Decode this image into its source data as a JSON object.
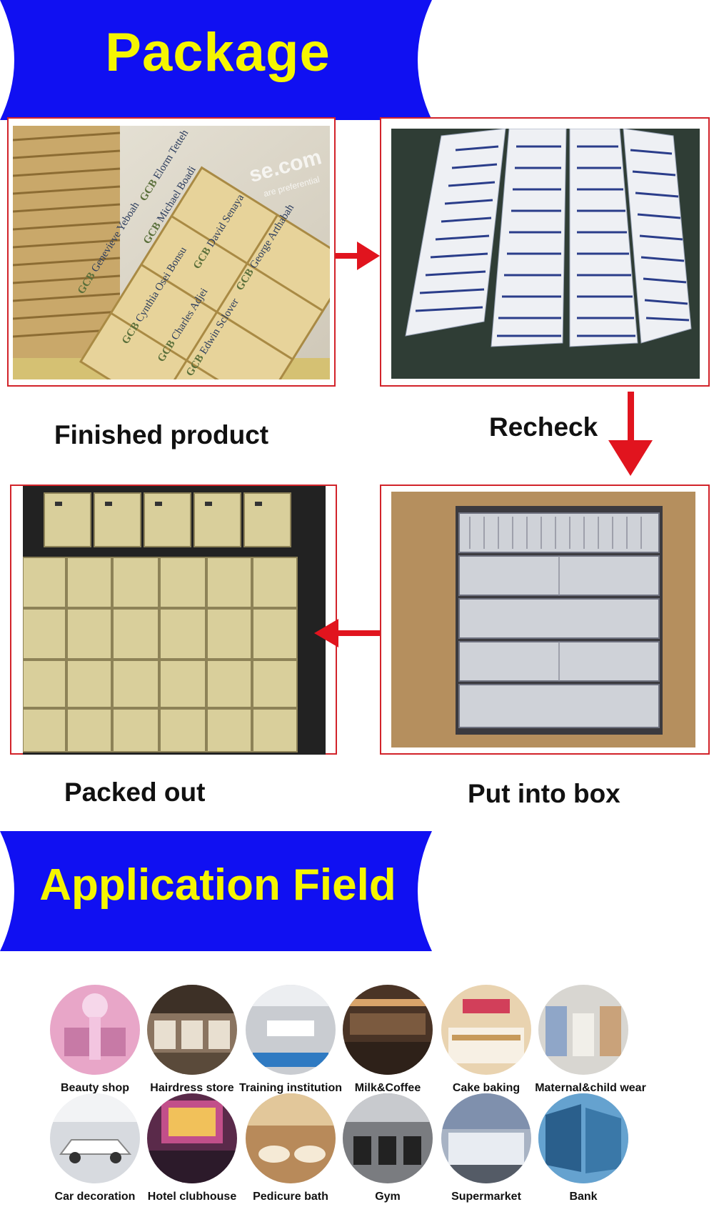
{
  "package_section": {
    "title": "Package",
    "steps": [
      {
        "label": "Finished product"
      },
      {
        "label": "Recheck"
      },
      {
        "label": "Put into box"
      },
      {
        "label": "Packed out"
      }
    ],
    "watermark": "se.com",
    "watermark_sub": "are preferential",
    "name_cards": [
      {
        "brand": "GCB",
        "name": "Genevieve",
        "surname": "Yeboah"
      },
      {
        "brand": "GCB",
        "name": "Michael",
        "surname": "Boadi"
      },
      {
        "brand": "GCB",
        "name": "David",
        "surname": "Senaya"
      },
      {
        "brand": "GCB",
        "name": "George",
        "surname": "Arthabah"
      },
      {
        "brand": "GCB",
        "name": "Cynthia",
        "surname": "Osei Bonsu"
      },
      {
        "brand": "GCB",
        "name": "Charles",
        "surname": "Adjei"
      },
      {
        "brand": "GCB",
        "name": "Edwin",
        "surname": "Sclover"
      },
      {
        "brand": "GCB",
        "name": "Elorm",
        "surname": "Tetteh"
      }
    ]
  },
  "application_section": {
    "title": "Application Field",
    "fields": [
      {
        "label": "Beauty shop",
        "icon": "beauty-shop-photo",
        "color": "#e8a6c8"
      },
      {
        "label": "Hairdress store",
        "icon": "hairdress-store-photo",
        "color": "#8a7460"
      },
      {
        "label": "Training institution",
        "icon": "training-institution-photo",
        "color": "#c9ccd1"
      },
      {
        "label": "Milk&Coffee",
        "icon": "milk-coffee-photo",
        "color": "#4a3426"
      },
      {
        "label": "Cake baking",
        "icon": "cake-baking-photo",
        "color": "#e9d3b0"
      },
      {
        "label": "Maternal&child wear",
        "icon": "maternal-child-wear-photo",
        "color": "#d8d6d1"
      },
      {
        "label": "Car decoration",
        "icon": "car-decoration-photo",
        "color": "#d7dadf"
      },
      {
        "label": "Hotel clubhouse",
        "icon": "hotel-clubhouse-photo",
        "color": "#5a2a4a"
      },
      {
        "label": "Pedicure bath",
        "icon": "pedicure-bath-photo",
        "color": "#b88a5a"
      },
      {
        "label": "Gym",
        "icon": "gym-photo",
        "color": "#7a7c80"
      },
      {
        "label": "Supermarket",
        "icon": "supermarket-photo",
        "color": "#a8b3c4"
      },
      {
        "label": "Bank",
        "icon": "bank-photo",
        "color": "#4a8fc2"
      }
    ]
  },
  "colors": {
    "banner_blue": "#1010f2",
    "banner_text": "#f5f500",
    "frame_red": "#d2232a",
    "arrow_red": "#e1141e"
  }
}
